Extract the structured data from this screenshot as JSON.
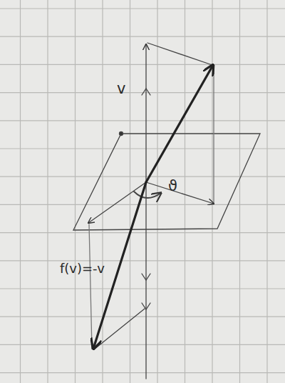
{
  "diagram": {
    "labels": [
      "v",
      "ϑ",
      "f(v)=-v"
    ]
  }
}
